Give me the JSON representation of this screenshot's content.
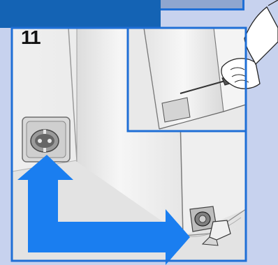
{
  "step": {
    "number": "11"
  },
  "colors": {
    "frame_blue": "#1f6fd6",
    "header_blue": "#1463b4",
    "arrow_blue": "#1a7ef0",
    "background_lavender": "#c7d2ee",
    "wall": "#ececec",
    "appliance": "#f2f2f2"
  },
  "illustration": {
    "main_scene": "appliance-beside-wall-socket",
    "inset_scene": "hand-with-screwdriver-removing-cover",
    "arrow": "blue-l-shaped-arrow-socket-to-filter-flap"
  }
}
